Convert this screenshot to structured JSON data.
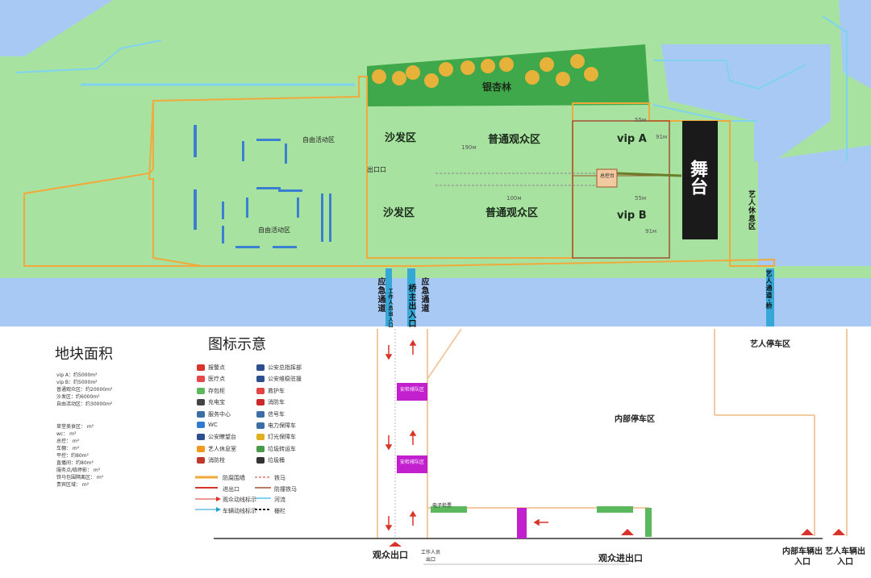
{
  "map": {
    "zones": {
      "sofa_top": "沙发区",
      "sofa_bottom": "沙发区",
      "general_top": "普通观众区",
      "general_bottom": "普通观众区",
      "vip_a": "vip A",
      "vip_b": "vip B",
      "stage": "舞台",
      "ginkgo": "银杏林",
      "free_top": "自由活动区",
      "free_bottom": "自由活动区",
      "artist_rest": "艺人休息区",
      "exit_mid": "出口口",
      "control": "总控台"
    },
    "dimensions": {
      "d190": "190м",
      "d100": "100м",
      "d55a": "55м",
      "d91a": "91м",
      "d55b": "55м",
      "d91b": "91м"
    },
    "channels": {
      "emergency_left": "应急通道",
      "staff": "工作人员出入口",
      "bridge": "桥主出入口",
      "emergency_right": "应急通道",
      "artist_channel": "艺人通道·桥"
    },
    "parking": {
      "artist_parking": "艺人停车区",
      "inner_parking": "内部停车区",
      "security_a": "安检排队区",
      "security_b": "安检排队区",
      "ticket": "电子检票"
    },
    "exits": {
      "audience_exit": "观众出口",
      "staff_exit": "工作人员出口",
      "audience_entry": "观众进出口",
      "inner_vehicle": "内部车辆出入口",
      "artist_vehicle": "艺人车辆出入口"
    }
  },
  "area_panel": {
    "title": "地块面积",
    "rows": [
      "vip A：约5000m²",
      "vip B：约5000m²",
      "普通观众区：约20000m²",
      "沙发区：约6000m²",
      "自由活动区：约30000m²",
      "",
      "草堂美食区： m²",
      "wc： m²",
      "总控： m²",
      "车棚： m²",
      "平控：约80m²",
      "直播间：约80m²",
      "服务点/临停影： m²",
      "铁马包围隔离区： m²",
      "贵宾区域： m²"
    ]
  },
  "legend": {
    "title": "图标示意",
    "left": [
      {
        "label": "报警点",
        "color": "#d9342b"
      },
      {
        "label": "医疗点",
        "color": "#e5484d"
      },
      {
        "label": "存包柜",
        "color": "#5bb85d"
      },
      {
        "label": "充电宝",
        "color": "#444444"
      },
      {
        "label": "服务中心",
        "color": "#3a6ea5"
      },
      {
        "label": "WC",
        "color": "#2f7bd0"
      },
      {
        "label": "公安瞭望台",
        "color": "#2d4f8f"
      },
      {
        "label": "艺人休息室",
        "color": "#f29a1f"
      },
      {
        "label": "消防栓",
        "color": "#c0392b"
      }
    ],
    "right": [
      {
        "label": "公安总指挥部",
        "color": "#2d4f8f"
      },
      {
        "label": "公安维稳驻援",
        "color": "#2d4f8f"
      },
      {
        "label": "救护车",
        "color": "#e04444"
      },
      {
        "label": "消防车",
        "color": "#cc2a2a"
      },
      {
        "label": "信号车",
        "color": "#3a6ea5"
      },
      {
        "label": "电力保障车",
        "color": "#3a6ea5"
      },
      {
        "label": "灯光保障车",
        "color": "#e0b020"
      },
      {
        "label": "垃圾转运车",
        "color": "#4b9a4b"
      },
      {
        "label": "垃圾桶",
        "color": "#333333"
      }
    ],
    "lines_left": [
      {
        "label": "防腐围墙",
        "color": "#f2a93b"
      },
      {
        "label": "进出口",
        "color": "#d9342b"
      },
      {
        "label": "观众动线标示",
        "color": "#d9342b"
      },
      {
        "label": "车辆动线标示",
        "color": "#1ea0d6"
      }
    ],
    "lines_right": [
      {
        "label": "铁马",
        "color": "#d9342b"
      },
      {
        "label": "防撞铁马",
        "color": "#a0522d"
      },
      {
        "label": "河流",
        "color": "#7fd3f0"
      },
      {
        "label": "栅栏",
        "color": "#222222"
      }
    ]
  },
  "colors": {
    "water": "#a9c9f5",
    "grass": "#a8e2a0",
    "forest": "#3fa84a",
    "fence": "#f2a93b",
    "stage": "#1a1a1a"
  }
}
